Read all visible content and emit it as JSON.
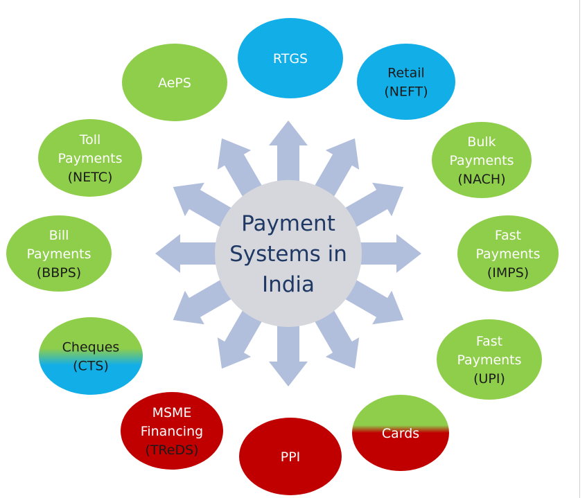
{
  "center": {
    "lines": [
      "Payment",
      "Systems in",
      "India"
    ]
  },
  "nodes": [
    {
      "id": "rtgs",
      "lines": [
        "RTGS"
      ],
      "fill": "blue"
    },
    {
      "id": "retail-neft",
      "lines": [
        "Retail",
        "(NEFT)"
      ],
      "fill": "blue"
    },
    {
      "id": "bulk-nach",
      "lines": [
        "Bulk",
        "Payments",
        "(NACH)"
      ],
      "fill": "green"
    },
    {
      "id": "fast-imps",
      "lines": [
        "Fast",
        "Payments",
        "(IMPS)"
      ],
      "fill": "green"
    },
    {
      "id": "fast-upi",
      "lines": [
        "Fast",
        "Payments",
        "(UPI)"
      ],
      "fill": "green"
    },
    {
      "id": "cards",
      "lines": [
        "Cards"
      ],
      "fill": "green-red"
    },
    {
      "id": "ppi",
      "lines": [
        "PPI"
      ],
      "fill": "red"
    },
    {
      "id": "msme-treds",
      "lines": [
        "MSME",
        "Financing",
        "(TReDS)"
      ],
      "fill": "red"
    },
    {
      "id": "cheques-cts",
      "lines": [
        "Cheques",
        "(CTS)"
      ],
      "fill": "green-blue"
    },
    {
      "id": "bill-bbps",
      "lines": [
        "Bill",
        "Payments",
        "(BBPS)"
      ],
      "fill": "green"
    },
    {
      "id": "toll-netc",
      "lines": [
        "Toll",
        "Payments",
        "(NETC)"
      ],
      "fill": "green"
    },
    {
      "id": "aeps",
      "lines": [
        "AePS"
      ],
      "fill": "green"
    }
  ],
  "colors": {
    "blue": "#12aee8",
    "green": "#8fce4a",
    "red": "#c00000",
    "center_fill": "#d5d7dc",
    "center_text": "#1f3864",
    "arrow": "#b1bfdc"
  }
}
